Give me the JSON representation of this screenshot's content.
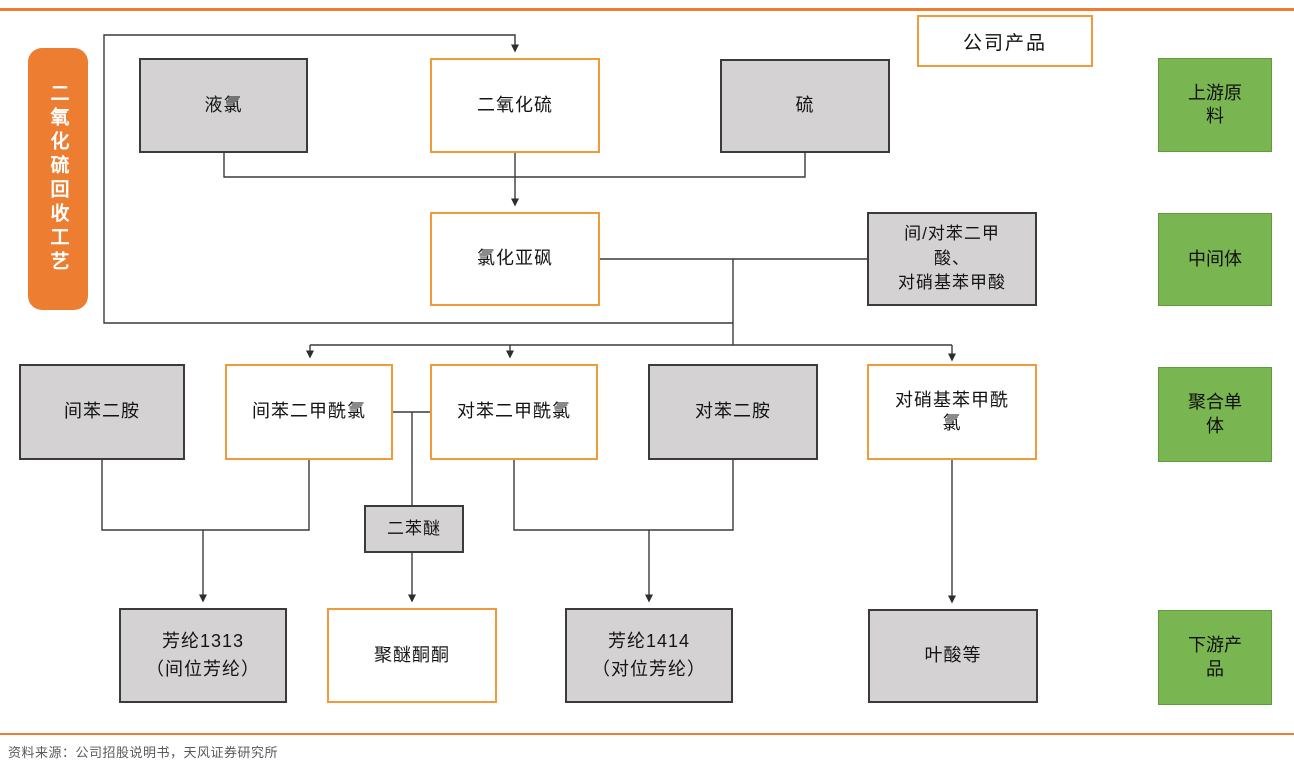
{
  "process_label": "二氧化硫回收工艺",
  "legend": {
    "company_product": "公司产品"
  },
  "stages": {
    "upstream": "上游原料",
    "intermediate": "中间体",
    "monomer": "聚合单体",
    "downstream": "下游产品"
  },
  "nodes": {
    "liquid_chlorine": "液氯",
    "sulfur_dioxide": "二氧化硫",
    "sulfur": "硫",
    "thionyl_chloride": "氯化亚砜",
    "aromatic_acids": [
      "间/对苯二甲",
      "酸、",
      "对硝基苯甲酸"
    ],
    "m_phenylenediamine": "间苯二胺",
    "isophthaloyl_chloride": "间苯二甲酰氯",
    "terephthaloyl_chloride": "对苯二甲酰氯",
    "p_phenylenediamine": "对苯二胺",
    "p_nitrobenzoyl_chloride": [
      "对硝基苯甲酰",
      "氯"
    ],
    "diphenyl_ether": "二苯醚",
    "aramid_1313": [
      "芳纶1313",
      "（间位芳纶）"
    ],
    "pekk": "聚醚酮酮",
    "aramid_1414": [
      "芳纶1414",
      "（对位芳纶）"
    ],
    "folic_acid": "叶酸等"
  },
  "footer": {
    "source": "资料来源：公司招股说明书，天风证券研究所"
  },
  "colors": {
    "accent_orange": "#ED7D31",
    "node_border_orange": "#F09A3C",
    "stage_green_fill": "#79B651",
    "stage_green_border": "#629A3E",
    "node_gray_fill": "#D4D2D2",
    "node_gray_border": "#3B3B3B",
    "connector_line": "#3A3A3A",
    "source_text": "#595959"
  }
}
